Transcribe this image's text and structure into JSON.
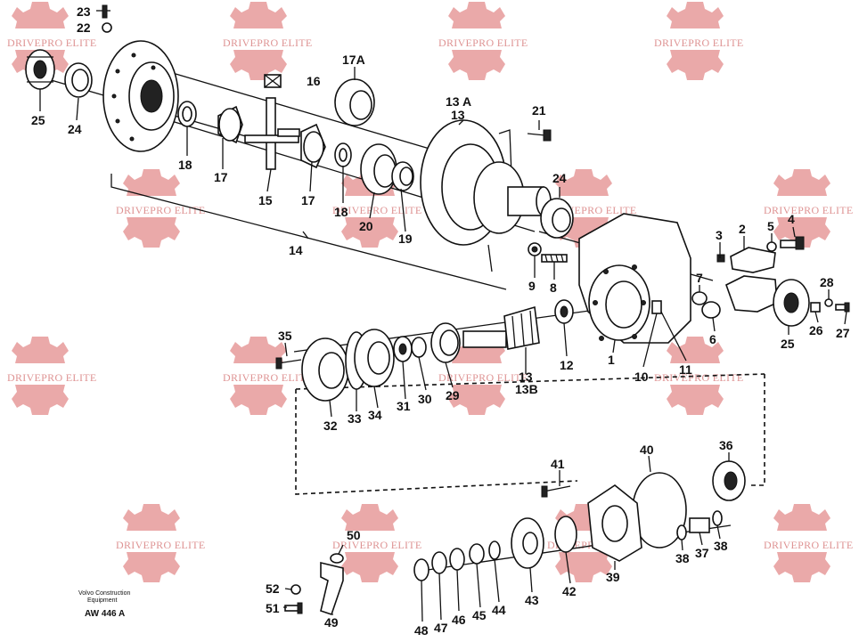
{
  "watermark": {
    "text": "DRIVEPRO ELITE",
    "color": "#e08a8a"
  },
  "caption": {
    "line1": "Volvo Construction",
    "line2": "Equipment",
    "code": "AW 446 A"
  },
  "labels": {
    "l1": "1",
    "l2": "2",
    "l3": "3",
    "l4": "4",
    "l5": "5",
    "l6": "6",
    "l7": "7",
    "l8": "8",
    "l9": "9",
    "l10": "10",
    "l11": "11",
    "l12": "12",
    "l13a": "13",
    "l13b": "13",
    "l13A": "13 A",
    "l13B": "13B",
    "l14": "14",
    "l15": "15",
    "l16": "16",
    "l17a": "17",
    "l17b": "17",
    "l17A": "17A",
    "l18a": "18",
    "l18b": "18",
    "l19": "19",
    "l20": "20",
    "l21": "21",
    "l22": "22",
    "l23": "23",
    "l24a": "24",
    "l24b": "24",
    "l25a": "25",
    "l25b": "25",
    "l26": "26",
    "l27": "27",
    "l28": "28",
    "l29": "29",
    "l30": "30",
    "l31": "31",
    "l32": "32",
    "l33": "33",
    "l34": "34",
    "l35": "35",
    "l36": "36",
    "l37": "37",
    "l38a": "38",
    "l38b": "38",
    "l39": "39",
    "l40": "40",
    "l41": "41",
    "l42": "42",
    "l43": "43",
    "l44": "44",
    "l45": "45",
    "l46": "46",
    "l47": "47",
    "l48": "48",
    "l49": "49",
    "l50": "50",
    "l51": "51",
    "l52": "52"
  }
}
